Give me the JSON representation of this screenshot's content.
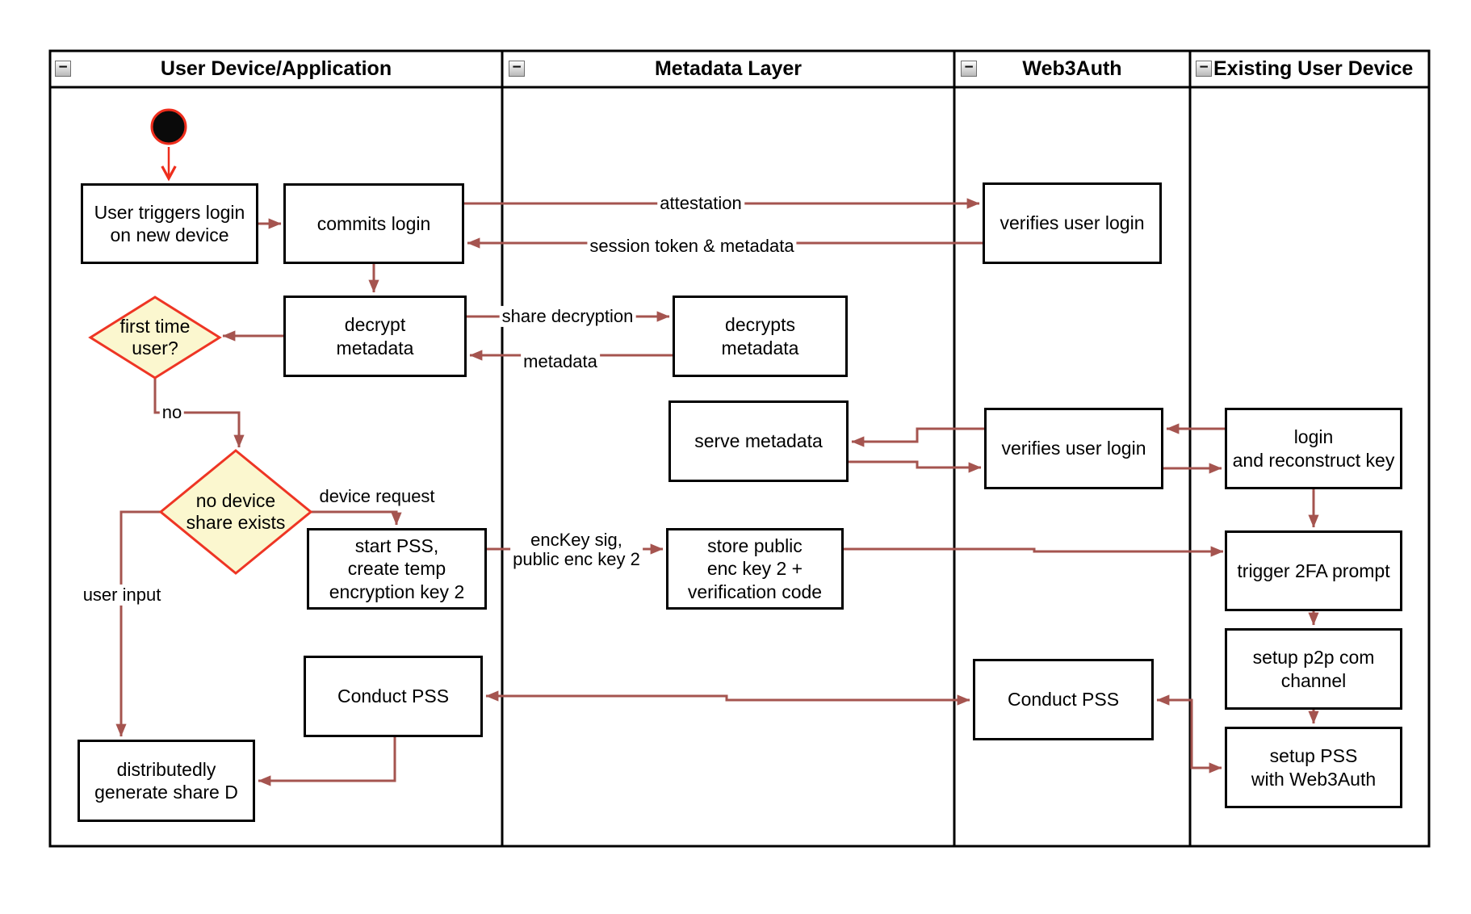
{
  "diagram": {
    "type": "swimlane-flowchart",
    "lanes": [
      {
        "label": "User Device/Application"
      },
      {
        "label": "Metadata Layer"
      },
      {
        "label": "Web3Auth"
      },
      {
        "label": "Existing User Device"
      }
    ],
    "collapse_icon_glyph": "−",
    "start_node": {
      "shape": "filled-circle"
    },
    "nodes": [
      {
        "label": "User triggers login\non new device"
      },
      {
        "label": "commits login"
      },
      {
        "label": "verifies user login"
      },
      {
        "label": "decrypt\nmetadata"
      },
      {
        "label": "decrypts\nmetadata"
      },
      {
        "label": "serve metadata"
      },
      {
        "label": "verifies user login"
      },
      {
        "label": "login\nand reconstruct key"
      },
      {
        "label": "start PSS,\ncreate temp\nencryption key 2"
      },
      {
        "label": "store public\nenc key 2 +\nverification code"
      },
      {
        "label": "trigger 2FA prompt"
      },
      {
        "label": "setup p2p com\nchannel"
      },
      {
        "label": "setup PSS\nwith Web3Auth"
      },
      {
        "label": "Conduct PSS"
      },
      {
        "label": "Conduct PSS"
      },
      {
        "label": "distributedly\ngenerate share D"
      }
    ],
    "decisions": [
      {
        "label": "first time\nuser?"
      },
      {
        "label": "no device\nshare exists"
      }
    ],
    "edge_labels": [
      {
        "label": "attestation"
      },
      {
        "label": "session token & metadata"
      },
      {
        "label": "share decryption"
      },
      {
        "label": "metadata"
      },
      {
        "label": "no"
      },
      {
        "label": "device request"
      },
      {
        "label": "encKey sig,\npublic enc key 2"
      },
      {
        "label": "user input"
      }
    ],
    "colors": {
      "arrow": "#a5544f",
      "accent_red": "#ee2d1c",
      "decision_fill": "#fbf7cf",
      "decision_border": "#ee3524",
      "line": "#000000"
    }
  }
}
